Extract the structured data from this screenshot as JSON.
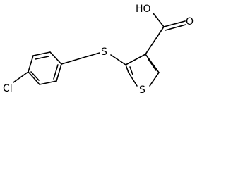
{
  "molecule": {
    "atoms": {
      "chlorine": "Cl",
      "thioether_sulfur": "S",
      "ring_sulfur": "S",
      "hydroxyl": "HO",
      "carbonyl_oxygen": "O"
    },
    "colors": {
      "bond": "#000000",
      "label": "#000000",
      "background": "#ffffff"
    }
  }
}
